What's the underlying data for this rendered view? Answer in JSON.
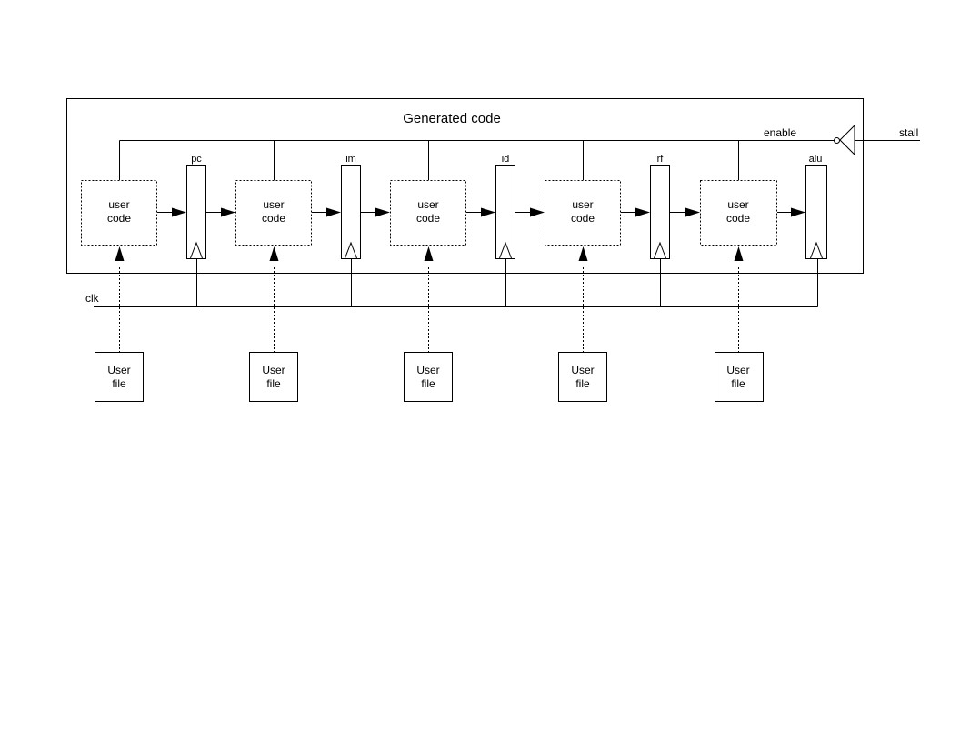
{
  "title": "Generated code",
  "signals": {
    "enable": "enable",
    "stall": "stall",
    "clk": "clk"
  },
  "user_code_blocks": [
    {
      "line1": "user",
      "line2": "code"
    },
    {
      "line1": "user",
      "line2": "code"
    },
    {
      "line1": "user",
      "line2": "code"
    },
    {
      "line1": "user",
      "line2": "code"
    },
    {
      "line1": "user",
      "line2": "code"
    }
  ],
  "registers": [
    {
      "label": "pc"
    },
    {
      "label": "im"
    },
    {
      "label": "id"
    },
    {
      "label": "rf"
    },
    {
      "label": "alu"
    }
  ],
  "user_files": [
    {
      "line1": "User",
      "line2": "file"
    },
    {
      "line1": "User",
      "line2": "file"
    },
    {
      "line1": "User",
      "line2": "file"
    },
    {
      "line1": "User",
      "line2": "file"
    },
    {
      "line1": "User",
      "line2": "file"
    }
  ]
}
